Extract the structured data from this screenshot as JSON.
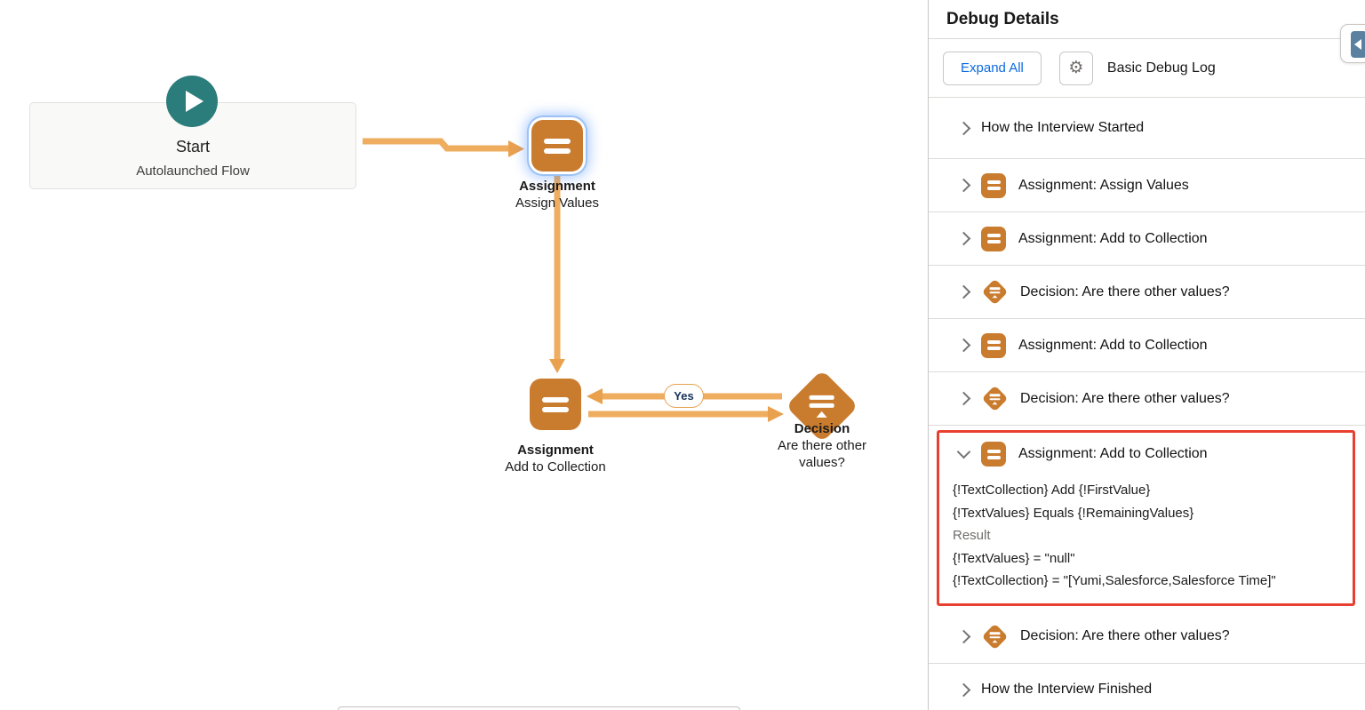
{
  "canvas": {
    "start": {
      "title": "Start",
      "subtitle": "Autolaunched Flow"
    },
    "assignment1": {
      "type_label": "Assignment",
      "name": "Assign Values"
    },
    "assignment2": {
      "type_label": "Assignment",
      "name": "Add to Collection"
    },
    "decision1": {
      "type_label": "Decision",
      "name": "Are there other values?"
    },
    "yes_label": "Yes"
  },
  "panel": {
    "title": "Debug Details",
    "toolbar": {
      "expand_all_label": "Expand All",
      "log_type": "Basic Debug Log"
    },
    "rows": [
      {
        "label": "How the Interview Started",
        "icon": "none",
        "expanded": false
      },
      {
        "label": "Assignment: Assign Values",
        "icon": "assignment",
        "expanded": false
      },
      {
        "label": "Assignment: Add to Collection",
        "icon": "assignment",
        "expanded": false
      },
      {
        "label": "Decision: Are there other values?",
        "icon": "decision",
        "expanded": false
      },
      {
        "label": "Assignment: Add to Collection",
        "icon": "assignment",
        "expanded": false
      },
      {
        "label": "Decision: Are there other values?",
        "icon": "decision",
        "expanded": false
      },
      {
        "label": "Assignment: Add to Collection",
        "icon": "assignment",
        "expanded": true,
        "details": [
          "{!TextCollection} Add {!FirstValue}",
          "{!TextValues} Equals {!RemainingValues}",
          "Result",
          "{!TextValues} = \"null\"",
          "{!TextCollection} = \"[Yumi,Salesforce,Salesforce Time]\""
        ]
      },
      {
        "label": "Decision: Are there other values?",
        "icon": "decision",
        "expanded": false
      },
      {
        "label": "How the Interview Finished",
        "icon": "none",
        "expanded": false
      }
    ]
  },
  "icons": {
    "gear": "⚙",
    "assignment": "equals-bars",
    "decision": "signpost-diamond",
    "play": "triangle-right",
    "panel_toggle": "collapse-left-triangle"
  },
  "colors": {
    "node_orange": "#ca7c2e",
    "connector_orange": "#efad5f",
    "arrowhead_orange": "#e9a14e",
    "start_teal": "#2b7d7c",
    "selected_blue_glow": "#9cc2f5",
    "link_blue": "#0b6bde",
    "highlight_red": "#e84030",
    "yes_text_navy": "#16325c",
    "divider_gray": "#dddbda"
  }
}
